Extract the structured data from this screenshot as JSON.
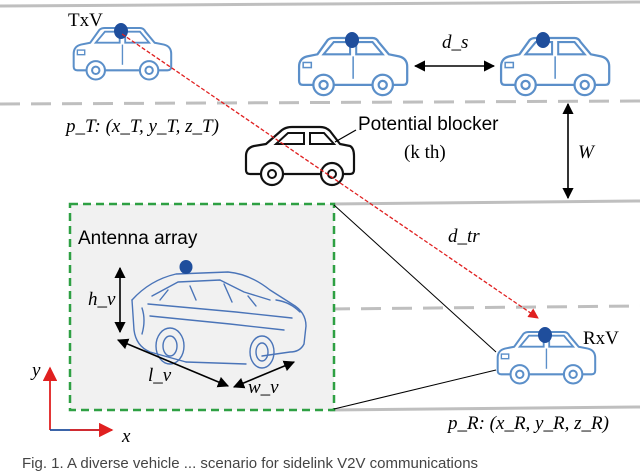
{
  "labels": {
    "txv": "TxV",
    "rxv": "RxV",
    "ds": "d_s",
    "w": "W",
    "pt": "p_T: (x_T, y_T, z_T)",
    "pr": "p_R: (x_R, y_R, z_R)",
    "blocker_line1": "Potential blocker",
    "blocker_line2": "(k th)",
    "dtr": "d_tr",
    "antenna": "Antenna array",
    "hv": "h_v",
    "lv": "l_v",
    "wv": "w_v",
    "axis_y": "y",
    "axis_x": "x",
    "caption": "Fig. 1. A diverse vehicle ... scenario for sidelink V2V communications"
  },
  "colors": {
    "vehicle": "#5b8fc9",
    "siren": "#1f4e9c",
    "link": "#e02020",
    "inset_border": "#2ea043",
    "inset_fill": "#f1f1f1",
    "road": "#bfbfbf",
    "axis": "#e02020"
  },
  "icons": {
    "vehicles": "car-icon",
    "siren": "siren-light-icon",
    "blocker": "car-outline-icon"
  }
}
